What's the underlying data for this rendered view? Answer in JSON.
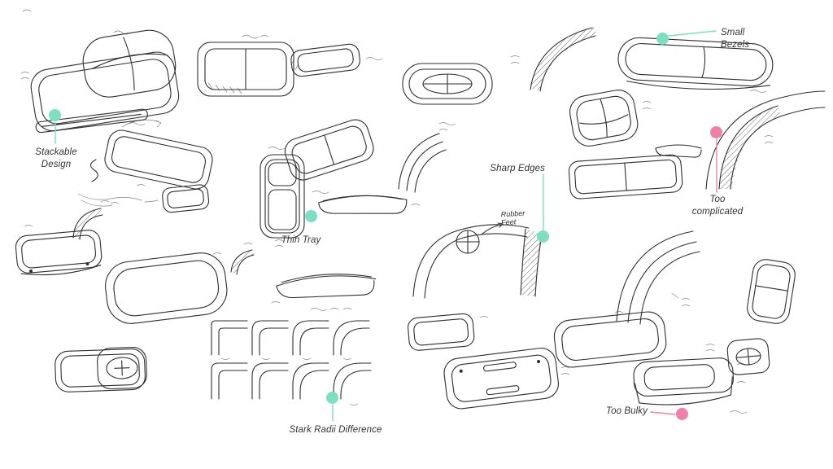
{
  "board": {
    "background": "#ffffff",
    "ink_color": "#2e2e2e"
  },
  "colors": {
    "marker_teal": "#7CDFC1",
    "marker_pink": "#F180A9",
    "label_text": "#333333"
  },
  "annotations": [
    {
      "id": "stackable-design",
      "label": "Stackable Design",
      "marker_color": "teal"
    },
    {
      "id": "thin-tray",
      "label": "Thin Tray",
      "marker_color": "teal"
    },
    {
      "id": "sharp-edges",
      "label": "Sharp Edges",
      "marker_color": "teal"
    },
    {
      "id": "small-bezels",
      "label": "Small Bezels",
      "marker_color": "teal"
    },
    {
      "id": "too-complicated",
      "label": "Too complicated",
      "marker_color": "pink"
    },
    {
      "id": "stark-radii-difference",
      "label": "Stark Radii Difference",
      "marker_color": "teal"
    },
    {
      "id": "too-bulky",
      "label": "Too Bulky",
      "marker_color": "pink"
    }
  ],
  "handwritten_notes": [
    {
      "text": "Rubber Feet"
    }
  ]
}
